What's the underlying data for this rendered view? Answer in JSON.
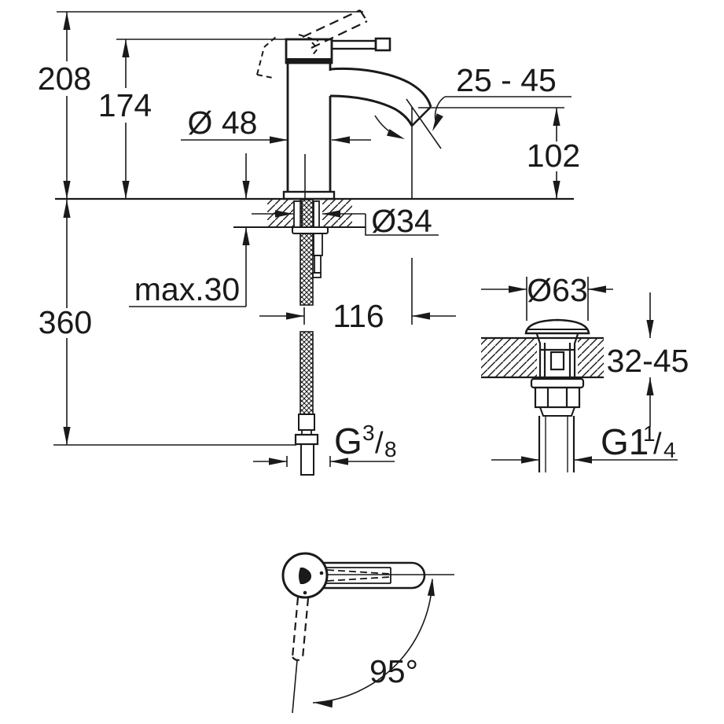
{
  "drawing": {
    "type": "technical-dimension-drawing",
    "subject": "single-lever basin mixer faucet with pop-up waste",
    "line_color": "#1a1a1a",
    "background_color": "#ffffff"
  },
  "dimensions": {
    "overall_height": "208",
    "spout_top_height": "174",
    "body_diameter": "Ø 48",
    "aerator_projection_range": "25 - 45",
    "spout_outlet_height": "102",
    "mounting_hole_diameter": "Ø34",
    "max_mounting_thickness": "max.30",
    "supply_hose_reach": "360",
    "spout_reach": "116",
    "waste_cap_diameter": "Ø63",
    "waste_deck_thickness_range": "32-45",
    "handle_swivel_angle": "95°",
    "supply_thread": {
      "prefix": "G",
      "numerator": "3",
      "slash": "/",
      "denominator": "8"
    },
    "waste_thread": {
      "prefix": "G1",
      "numerator": "1",
      "slash": "/",
      "denominator": "4"
    }
  }
}
